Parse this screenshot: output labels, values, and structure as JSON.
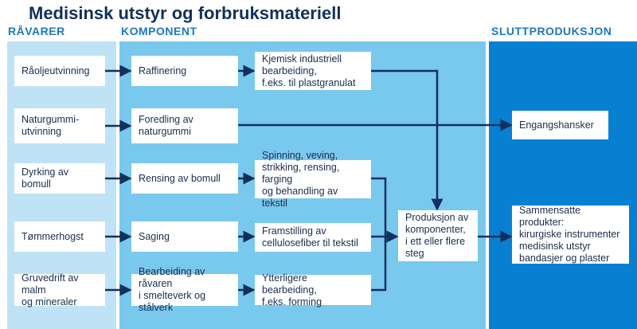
{
  "title": "Medisinsk utstyr og forbruksmateriell",
  "columns": {
    "raw": "RÅVARER",
    "component": "KOMPONENT",
    "final": "SLUTTPRODUKSJON"
  },
  "raw_boxes": [
    "Råoljeutvinning",
    "Naturgummi-\nutvinning",
    "Dyrking av bomull",
    "Tømmerhogst",
    "Gruvedrift av malm\nog mineraler"
  ],
  "component_boxes": [
    "Raffinering",
    "Foredling av\nnaturgummi",
    "Rensing av bomull",
    "Saging",
    "Bearbeiding av råvaren\ni smelteverk og stålverk"
  ],
  "processing_boxes": [
    "Kjemisk industriell\nbearbeiding,\nf.eks. til plastgranulat",
    "Spinning, veving,\nstrikking, rensing, farging\nog behandling av tekstil",
    "Framstilling av\ncellulosefiber til tekstil",
    "Ytterligere bearbeiding,\nf.eks. forming"
  ],
  "production_box": "Produksjon av\nkomponenter,\ni ett eller flere\nsteg",
  "final_boxes": [
    "Engangshansker",
    "Sammensatte produkter:\nkirurgiske instrumenter\nmedisinsk utstyr\nbandasjer og plaster"
  ],
  "colors": {
    "raw_band": "#bfe3f5",
    "component_band": "#79c8ee",
    "final_band": "#0880d1",
    "arrow": "#12305e",
    "header_text": "#1b78c4",
    "title_text": "#12305e"
  }
}
